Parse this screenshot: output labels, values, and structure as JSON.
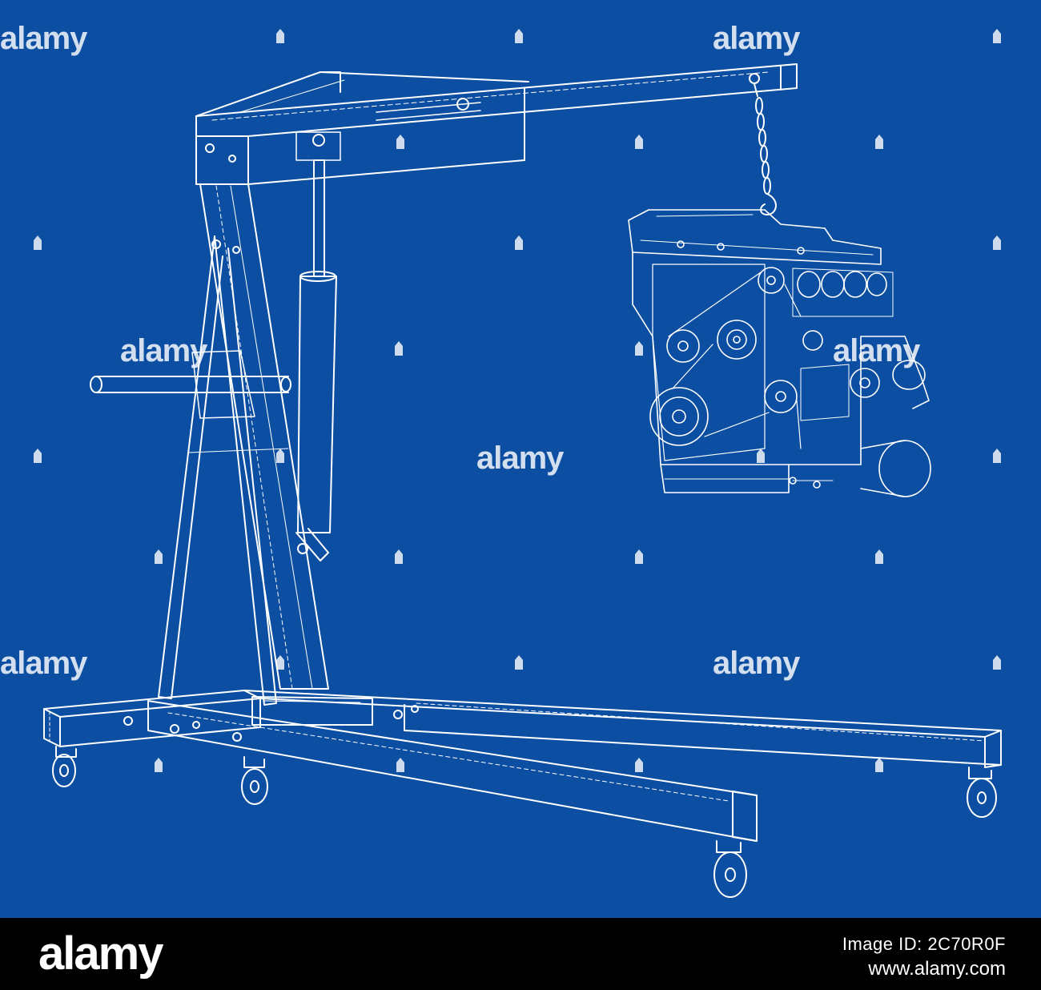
{
  "watermark": {
    "brand": "alamy",
    "color": "#ffffff"
  },
  "footer": {
    "logo": "alamy",
    "image_id_line": "Image ID: 2C70R0F",
    "site": "www.alamy.com"
  },
  "colors": {
    "background": "#0b4ea2",
    "lines": "#ffffff",
    "footer": "#000000"
  },
  "subject": {
    "icons": [
      "engine-hoist-icon",
      "car-engine-icon"
    ]
  }
}
